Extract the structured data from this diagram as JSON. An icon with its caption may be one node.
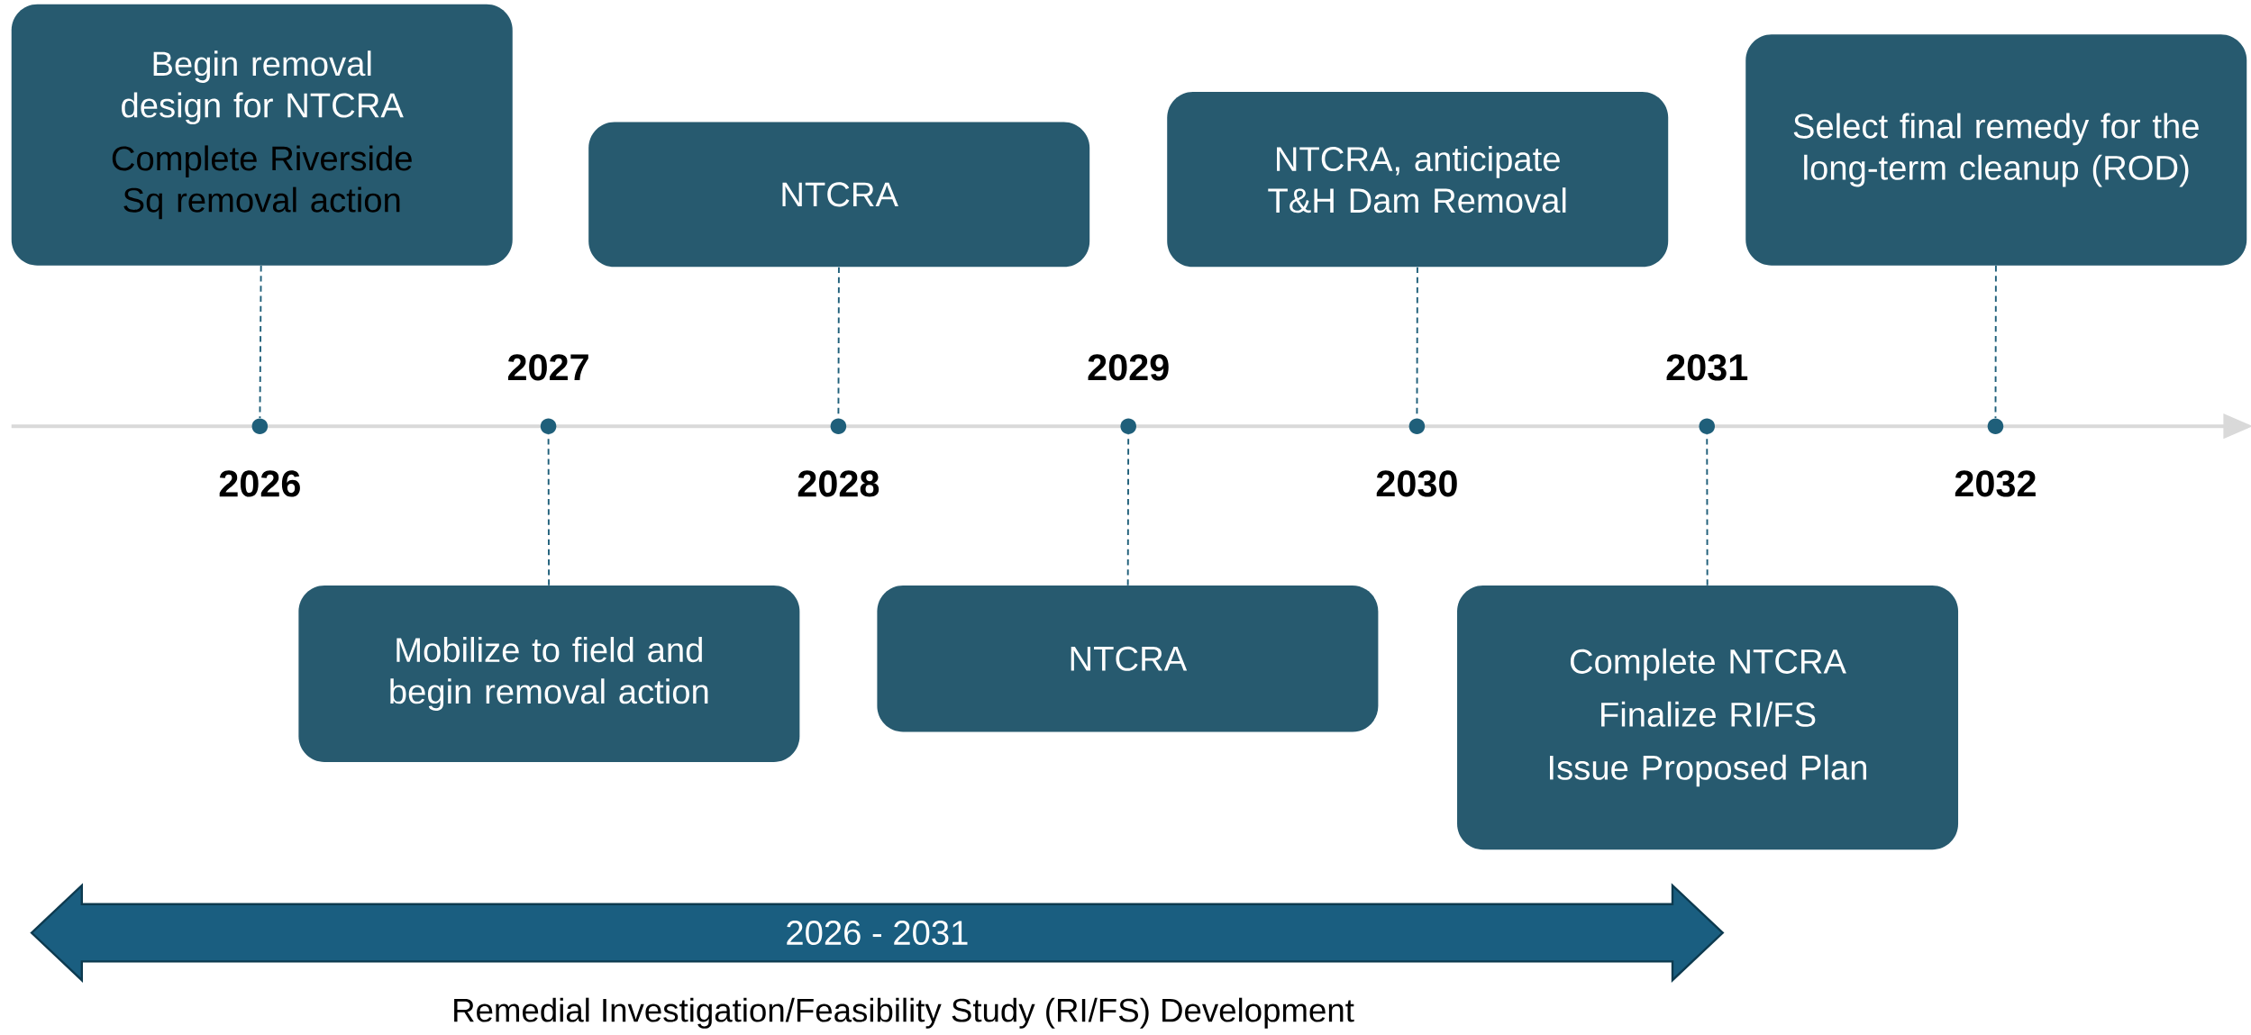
{
  "diagram": {
    "nodes": [
      {
        "text": [
          "Begin removal design for NTCRA",
          "Complete Riverside Sq removal action"
        ]
      },
      {
        "text": [
          "Mobilize to field and begin removal action"
        ]
      },
      {
        "text": [
          "NTCRA"
        ]
      },
      {
        "text": [
          "NTCRA"
        ]
      },
      {
        "text": [
          "NTCRA, anticipate T&H Dam Removal"
        ]
      },
      {
        "text": [
          "Complete NTCRA",
          "Finalize RI/FS",
          "Issue Proposed Plan"
        ]
      },
      {
        "text": [
          "Select final remedy for the long-term cleanup (ROD)"
        ]
      },
      {
        "text": [],
        "shape": "circle",
        "beside": [
          "2026"
        ]
      },
      {
        "text": [],
        "shape": "circle",
        "beside": [
          "2027"
        ]
      },
      {
        "text": [],
        "shape": "circle",
        "beside": [
          "2028"
        ]
      },
      {
        "text": [],
        "shape": "circle",
        "beside": [
          "2029"
        ]
      },
      {
        "text": [],
        "shape": "circle",
        "beside": [
          "2030"
        ]
      },
      {
        "text": [],
        "shape": "circle",
        "beside": [
          "2031"
        ]
      },
      {
        "text": [],
        "shape": "circle",
        "beside": [
          "2032"
        ]
      },
      {
        "text": [
          "2026 - 2031"
        ],
        "beside": [
          "Remedial Investigation/Feasibility Study (RI/FS) Development"
        ]
      }
    ],
    "edges": [
      {
        "from": 0,
        "to": 7,
        "arrow": "none"
      },
      {
        "from": 1,
        "to": 8,
        "arrow": "none"
      },
      {
        "from": 2,
        "to": 9,
        "arrow": "none"
      },
      {
        "from": 3,
        "to": 10,
        "arrow": "none"
      },
      {
        "from": 4,
        "to": 11,
        "arrow": "none"
      },
      {
        "from": 5,
        "to": 12,
        "arrow": "none"
      },
      {
        "from": 6,
        "to": 13,
        "arrow": "none"
      }
    ]
  }
}
